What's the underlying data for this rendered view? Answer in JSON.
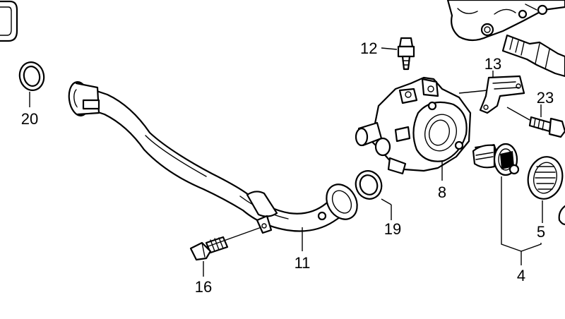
{
  "callouts": {
    "c20": "20",
    "c12": "12",
    "c13": "13",
    "c23": "23",
    "c8": "8",
    "c19": "19",
    "c5": "5",
    "c4": "4",
    "c11": "11",
    "c16": "16"
  }
}
